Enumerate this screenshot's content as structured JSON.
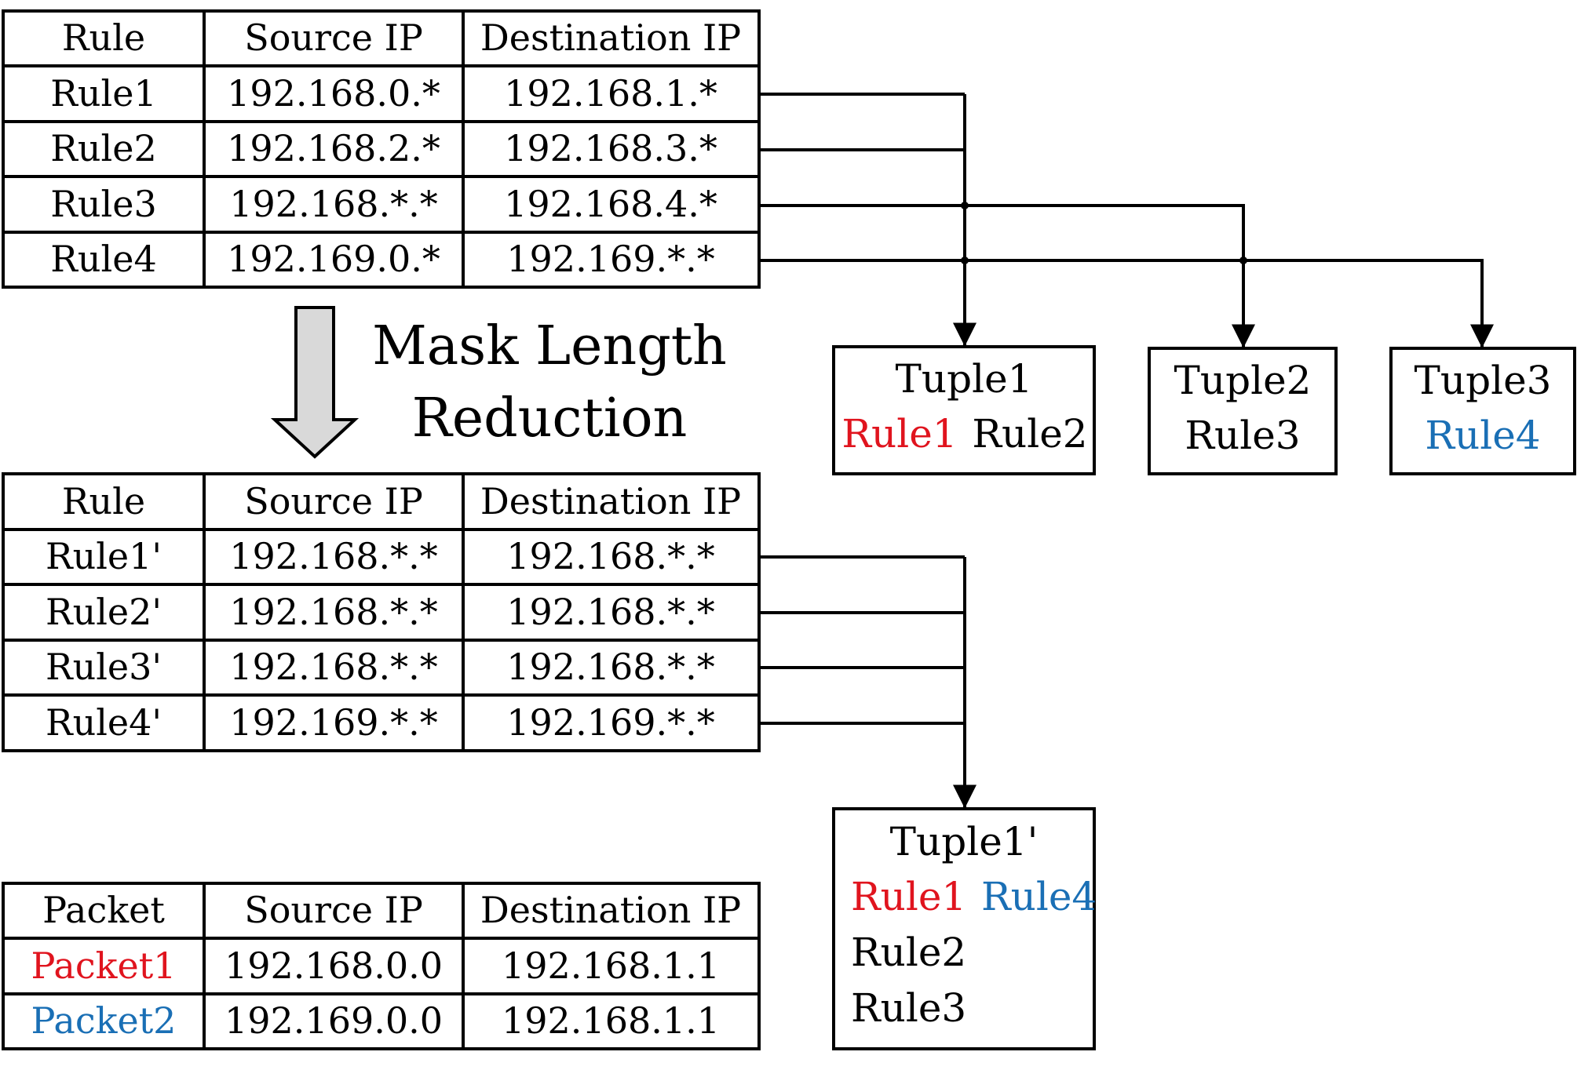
{
  "colors": {
    "black": "#000000",
    "red": "#e0141e",
    "blue": "#1a6fb5",
    "arrow_fill": "#d9d9d9"
  },
  "rules_table": {
    "headers": [
      "Rule",
      "Source IP",
      "Destination IP"
    ],
    "rows": [
      [
        "Rule1",
        "192.168.0.*",
        "192.168.1.*"
      ],
      [
        "Rule2",
        "192.168.2.*",
        "192.168.3.*"
      ],
      [
        "Rule3",
        "192.168.*.*",
        "192.168.4.*"
      ],
      [
        "Rule4",
        "192.169.0.*",
        "192.169.*.*"
      ]
    ]
  },
  "reduction_label": {
    "line1": "Mask Length",
    "line2": "Reduction"
  },
  "reduced_table": {
    "headers": [
      "Rule",
      "Source IP",
      "Destination IP"
    ],
    "rows": [
      [
        "Rule1'",
        "192.168.*.*",
        "192.168.*.*"
      ],
      [
        "Rule2'",
        "192.168.*.*",
        "192.168.*.*"
      ],
      [
        "Rule3'",
        "192.168.*.*",
        "192.168.*.*"
      ],
      [
        "Rule4'",
        "192.169.*.*",
        "192.169.*.*"
      ]
    ]
  },
  "packet_table": {
    "headers": [
      "Packet",
      "Source IP",
      "Destination IP"
    ],
    "rows": [
      [
        "Packet1",
        "192.168.0.0",
        "192.168.1.1"
      ],
      [
        "Packet2",
        "192.169.0.0",
        "192.168.1.1"
      ]
    ]
  },
  "tuples": {
    "tuple1": {
      "title": "Tuple1",
      "rule_a": "Rule1",
      "rule_b": "Rule2"
    },
    "tuple2": {
      "title": "Tuple2",
      "rule_a": "Rule3"
    },
    "tuple3": {
      "title": "Tuple3",
      "rule_a": "Rule4"
    },
    "tuple1_prime": {
      "title": "Tuple1'",
      "rule_a": "Rule1",
      "rule_b": "Rule4",
      "rule_c": "Rule2",
      "rule_d": "Rule3"
    }
  }
}
